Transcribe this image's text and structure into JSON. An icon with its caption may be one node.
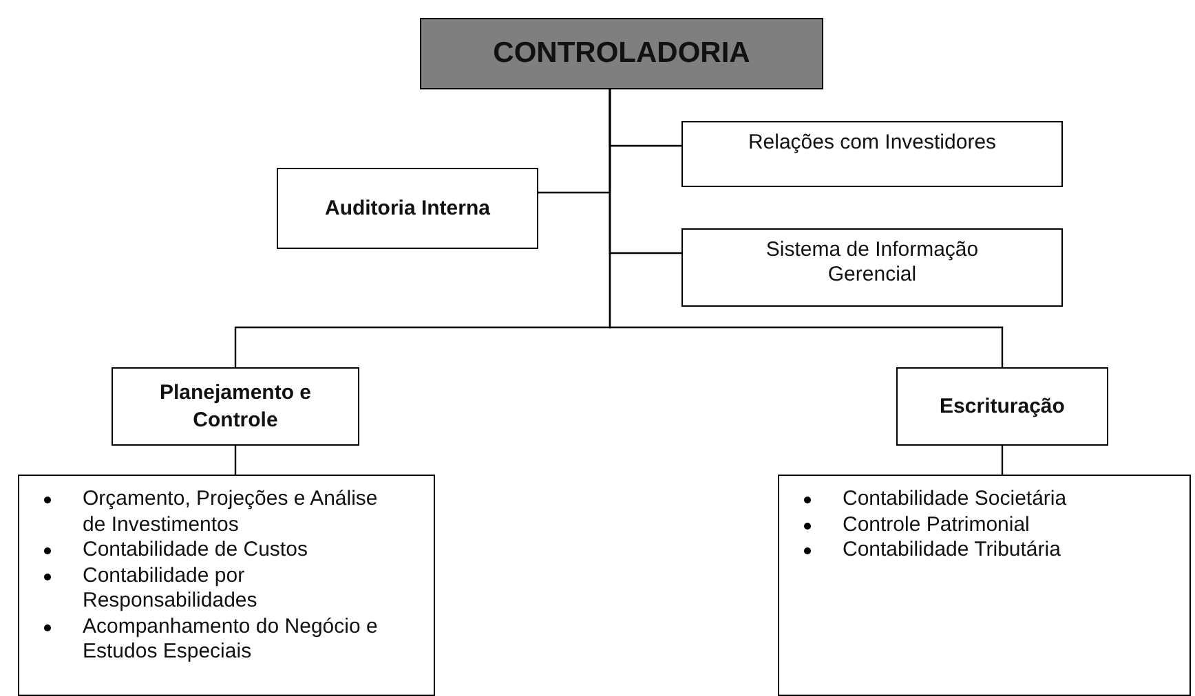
{
  "diagram": {
    "nodes": [
      {
        "text": [
          "CONTROLADORIA"
        ]
      },
      {
        "text": [
          "Relações com Investidores"
        ]
      },
      {
        "text": [
          "Auditoria Interna"
        ]
      },
      {
        "text": [
          "Sistema de Informação Gerencial"
        ]
      },
      {
        "text": [
          "Planejamento e Controle"
        ]
      },
      {
        "text": [
          "Escrituração"
        ]
      },
      {
        "text": [
          "Orçamento, Projeções e Análise de Investimentos",
          "Contabilidade de Custos",
          "Contabilidade por Responsabilidades",
          "Acompanhamento do Negócio e Estudos Especiais"
        ]
      },
      {
        "text": [
          "Contabilidade Societária",
          "Controle Patrimonial",
          "Contabilidade Tributária"
        ]
      }
    ],
    "edges": [
      {
        "from": 0,
        "to": 1,
        "arrow": "none"
      },
      {
        "from": 0,
        "to": 2,
        "arrow": "none"
      },
      {
        "from": 0,
        "to": 3,
        "arrow": "none"
      },
      {
        "from": 0,
        "to": 4,
        "arrow": "none"
      },
      {
        "from": 0,
        "to": 5,
        "arrow": "none"
      },
      {
        "from": 4,
        "to": 6,
        "arrow": "none"
      },
      {
        "from": 5,
        "to": 7,
        "arrow": "none"
      }
    ]
  }
}
